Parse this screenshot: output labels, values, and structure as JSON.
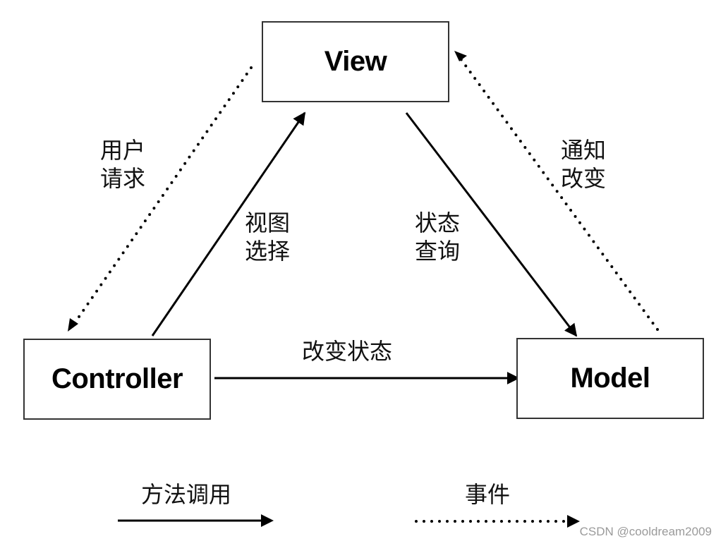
{
  "nodes": {
    "view": "View",
    "controller": "Controller",
    "model": "Model"
  },
  "edge_labels": {
    "user_request": [
      "用户",
      "请求"
    ],
    "view_select": [
      "视图",
      "选择"
    ],
    "state_query": [
      "状态",
      "查询"
    ],
    "notify_change": [
      "通知",
      "改变"
    ],
    "change_state": "改变状态"
  },
  "legend": {
    "method_call": "方法调用",
    "event": "事件"
  },
  "watermark": "CSDN @cooldream2009"
}
